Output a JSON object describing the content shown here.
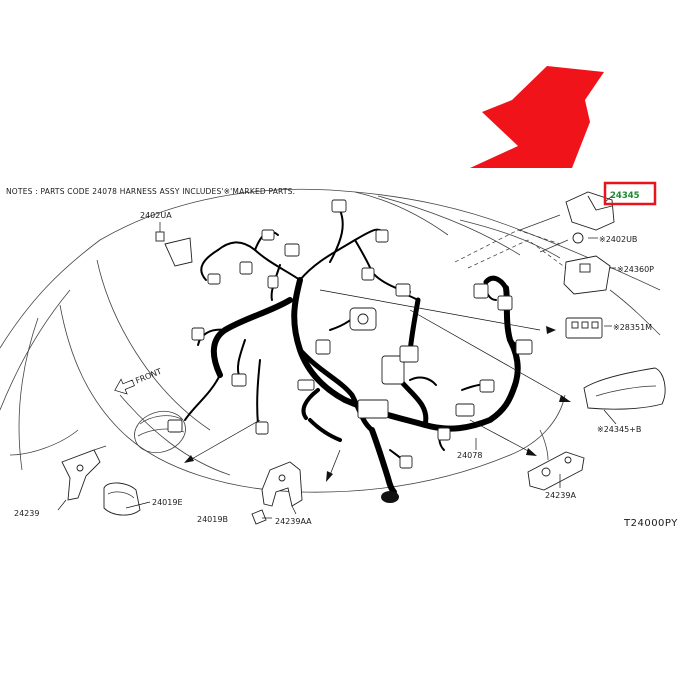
{
  "note": "NOTES : PARTS CODE 24078 HARNESS ASSY INCLUDES'※'MARKED PARTS.",
  "highlight": {
    "label": "24345",
    "box_color": "#e8141c",
    "text_color": "#1a8a2e"
  },
  "arrow_color": "#f0141a",
  "front_label": "FRONT",
  "diagram_code": "T24000PY",
  "parts": {
    "p2402UA": "2402UA",
    "p2402UB": "※2402UB",
    "p24360P": "※24360P",
    "p28351M": "※28351M",
    "p24345B": "※24345+B",
    "p24078": "24078",
    "p24239A": "24239A",
    "p24239": "24239",
    "p24019E": "24019E",
    "p24019B": "24019B",
    "p24239AA": "24239AA"
  }
}
